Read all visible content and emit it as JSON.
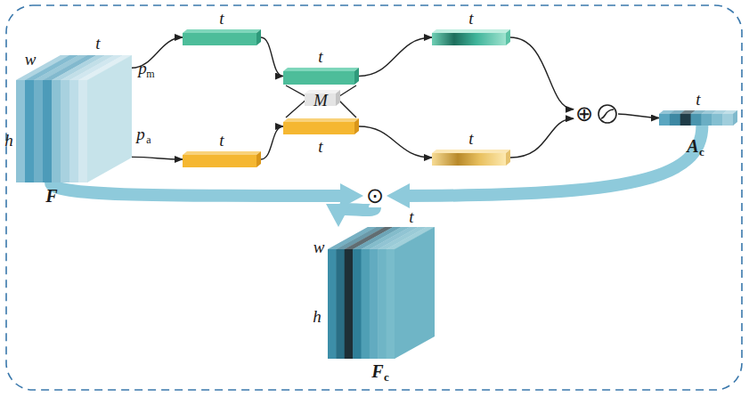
{
  "diagram": {
    "nodes": [
      {
        "text": [
          "t",
          "w",
          "h",
          "F"
        ]
      },
      {
        "text": [
          "t"
        ]
      },
      {
        "text": [
          "t"
        ]
      },
      {
        "text": [
          "t"
        ]
      },
      {
        "text": [
          "M"
        ]
      },
      {
        "text": [
          "t"
        ]
      },
      {
        "text": [
          "t"
        ]
      },
      {
        "text": [
          "t"
        ]
      },
      {
        "text": [
          "⊕"
        ]
      },
      {
        "text": [
          "t",
          "A",
          "c"
        ]
      },
      {
        "text": [
          "⊙"
        ]
      },
      {
        "text": [
          "t",
          "w",
          "h",
          "F",
          "c"
        ]
      }
    ],
    "edges": [
      {
        "from": 0,
        "to": 1,
        "arrow": "to"
      },
      {
        "from": 0,
        "to": 2,
        "arrow": "to"
      },
      {
        "from": 1,
        "to": 3,
        "arrow": "to"
      },
      {
        "from": 2,
        "to": 5,
        "arrow": "to"
      },
      {
        "from": 3,
        "to": 6,
        "arrow": "to"
      },
      {
        "from": 5,
        "to": 7,
        "arrow": "to"
      },
      {
        "from": 6,
        "to": 8,
        "arrow": "to"
      },
      {
        "from": 7,
        "to": 8,
        "arrow": "to"
      },
      {
        "from": 8,
        "to": 9,
        "arrow": "to"
      },
      {
        "from": 0,
        "to": 10,
        "arrow": "to"
      },
      {
        "from": 9,
        "to": 10,
        "arrow": "to"
      },
      {
        "from": 10,
        "to": 11,
        "arrow": "to"
      }
    ],
    "labels": [
      "p",
      "m",
      "p",
      "a"
    ]
  }
}
